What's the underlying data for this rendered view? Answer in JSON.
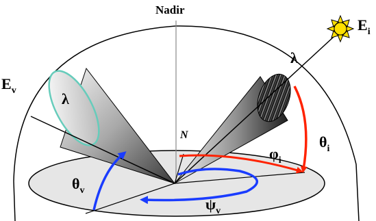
{
  "labels": {
    "nadir": "Nadir",
    "north": "N",
    "e_i_base": "E",
    "e_i_sub": "i",
    "e_v_base": "E",
    "e_v_sub": "v",
    "lambda_view": "λ",
    "lambda_sun": "λ",
    "theta_i_base": "θ",
    "theta_i_sub": "i",
    "phi_i_base": "φ",
    "phi_i_sub": "i",
    "theta_v_base": "θ",
    "theta_v_sub": "v",
    "psi_v_base": "ψ",
    "psi_v_sub": "v"
  },
  "colors": {
    "illumination_angle_arrows": "#ff2200",
    "viewing_angle_arrows": "#1a3cff",
    "ground_disk": "#e6e6e6",
    "sun": "#ffe000",
    "view_cone_rim": "#66ccbb"
  },
  "icons": {
    "sun": "sun-icon"
  }
}
